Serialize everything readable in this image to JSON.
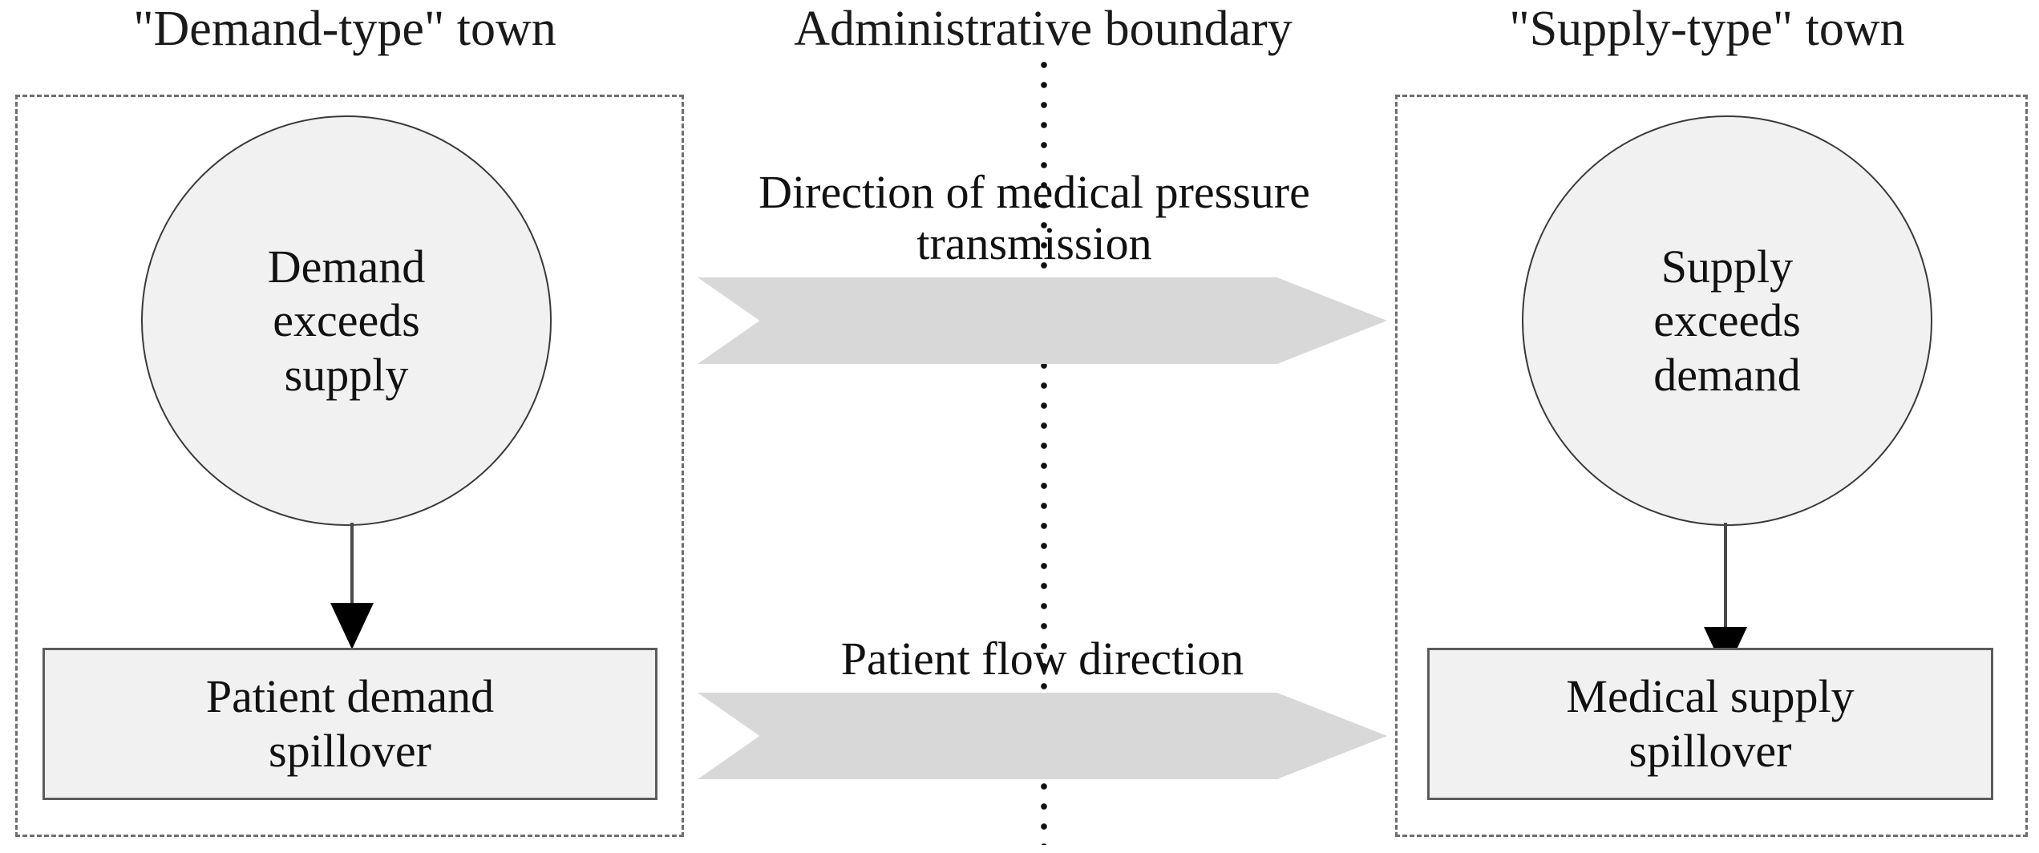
{
  "diagram": {
    "title_labels": {
      "left_town": "\"Demand-type\" town",
      "administrative_boundary": "Administrative boundary",
      "right_town": "\"Supply-type\" town"
    },
    "left_region": {
      "circle_text": "Demand\nexceeds\nsupply",
      "box_text": "Patient demand\nspillover"
    },
    "right_region": {
      "circle_text": "Supply\nexceeds\ndemand",
      "box_text": "Medical supply\nspillover"
    },
    "arrows": {
      "pressure": {
        "caption": "Direction of medical pressure\ntransmission",
        "direction": "left-to-right"
      },
      "patient_flow": {
        "caption": "Patient flow direction",
        "direction": "left-to-right"
      }
    },
    "colors": {
      "node_fill": "#f1f1f1",
      "circle_stroke": "#3a3a3a",
      "rect_stroke": "#5c5c5c",
      "region_dash_stroke": "#6e6e6e",
      "arrow_fill": "#d8d8d8",
      "boundary_dot": "#111111",
      "text": "#111111",
      "background": "#ffffff"
    }
  }
}
